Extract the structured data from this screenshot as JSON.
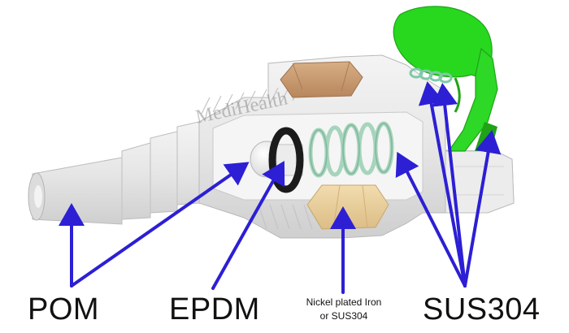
{
  "labels": {
    "pom": "POM",
    "epdm": "EPDM",
    "nickel_line1": "Nickel plated Iron",
    "nickel_line2": "or SUS304",
    "sus": "SUS304"
  },
  "watermark": "MediHealth",
  "colors": {
    "body": "#e9e9e9",
    "body_shadow": "#cfcfcf",
    "cut_face": "#f6f6f6",
    "nut_copper": "#c9a07a",
    "nut_light": "#ecd2a3",
    "spring": "#a6d4bc",
    "oring": "#1b1b1b",
    "clip": "#27d81f",
    "clip_dark": "#1fa317",
    "arrow": "#2c1fd4"
  }
}
